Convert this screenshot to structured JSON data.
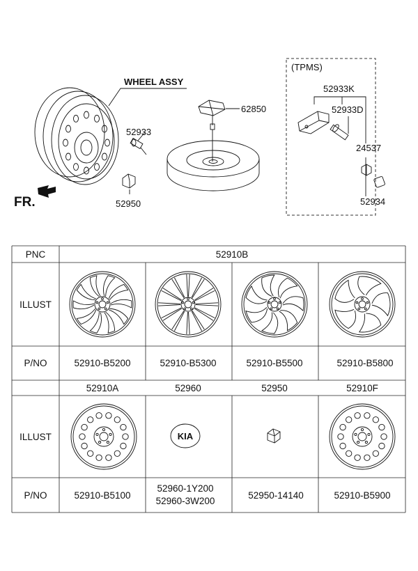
{
  "diagram": {
    "wheel_assy_label": "WHEEL ASSY",
    "fr_label": "FR.",
    "tpms_label": "(TPMS)",
    "callouts": {
      "valve": "52933",
      "lug_nut": "52950",
      "spare_holder": "62850",
      "tpms_sensor_assy": "52933K",
      "tpms_sensor": "52933D",
      "tpms_valve": "24537",
      "tpms_cap": "52934"
    }
  },
  "table": {
    "pnc_label": "PNC",
    "illust_label": "ILLUST",
    "pno_label": "P/NO",
    "group_pnc": "52910B",
    "row1_pnos": [
      "52910-B5200",
      "52910-B5300",
      "52910-B5500",
      "52910-B5800"
    ],
    "row2_pncs": [
      "52910A",
      "52960",
      "52950",
      "52910F"
    ],
    "row2_pno_1": "52910-B5100",
    "row2_pno_2a": "52960-1Y200",
    "row2_pno_2b": "52960-3W200",
    "row2_pno_3": "52950-14140",
    "row2_pno_4": "52910-B5900",
    "emblem_text": "KIA"
  }
}
